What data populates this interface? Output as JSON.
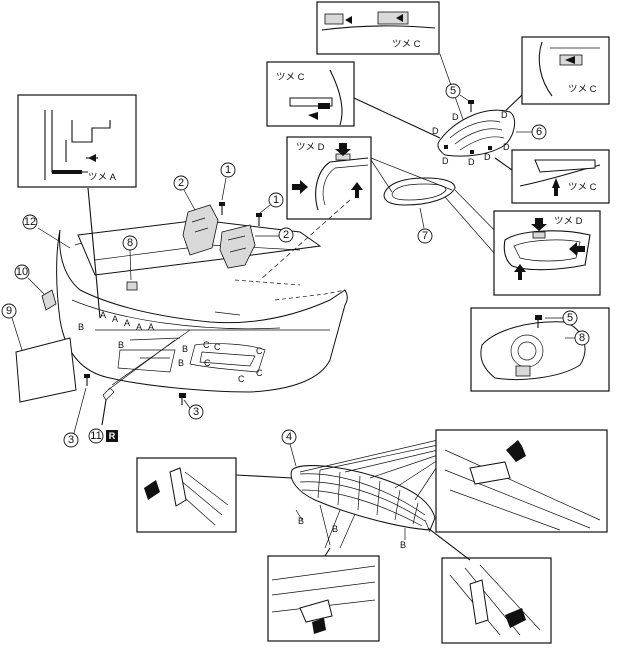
{
  "labels": {
    "tsume_a": "ツメ A",
    "tsume_c": "ツメ C",
    "tsume_d": "ツメ D",
    "a": "A",
    "b": "B",
    "c": "C",
    "d": "D",
    "r_badge": "R"
  },
  "callouts": {
    "n1": "1",
    "n2": "2",
    "n3": "3",
    "n4": "4",
    "n5": "5",
    "n6": "6",
    "n7": "7",
    "n8": "8",
    "n9": "9",
    "n10": "10",
    "n11": "11",
    "n12": "12"
  }
}
